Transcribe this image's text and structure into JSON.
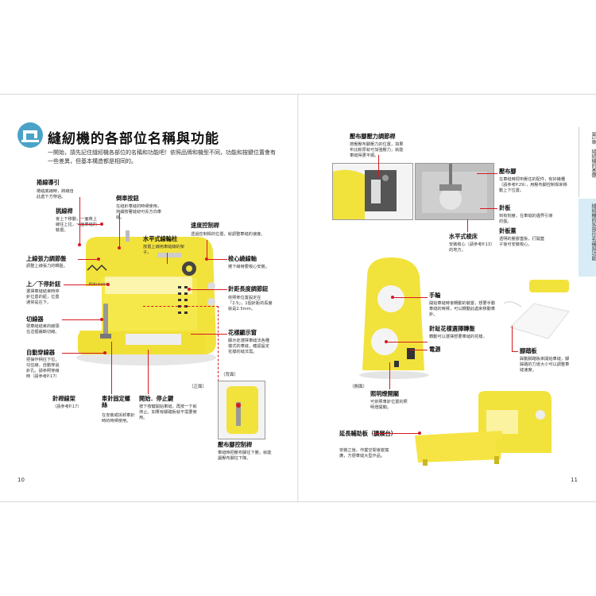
{
  "title": "縫紉機的各部位名稱與功能",
  "intro": "一開始，請先記住縫紉機各部位的名稱和功能吧！依照品牌和機型不同，功能和按鍵位置會有一些差異，但基本構造都是相同的。",
  "page_left": "10",
  "page_right": "11",
  "side_chapter": "第1章　縫紉機的基礎",
  "side_section": "縫紉機的各部位名稱與功能",
  "brand": "Kokusaini",
  "captions": {
    "front": "（正面）",
    "back": "（背面）",
    "side": "（側面）"
  },
  "parts": {
    "thread_guide": {
      "name": "捲線導引",
      "desc": "捲繞底線時，將線自此處下方穿過。"
    },
    "take_up": {
      "name": "挑線桿",
      "desc": "會上下移動，一面將上線往上拉，一面車縫的裝置。"
    },
    "tension": {
      "name": "上線張力調節盤",
      "desc": "調整上線張力的轉盤。"
    },
    "needle_pos": {
      "name": "上／下停針鈕",
      "desc": "選擇車縫結束時停針位置的鈕，位置通常是在下。"
    },
    "cutter": {
      "name": "切線器",
      "desc": "把車縫結束的線頭在這裡裁斷切線。"
    },
    "threader": {
      "name": "自動穿線器",
      "desc": "把操作柄往下拉，勾住線，自動穿過針孔。請參照穿線時（請參考P.17）"
    },
    "spool_pin": {
      "name": "針桿線架",
      "desc": "（請參考P.17）"
    },
    "needle_clamp": {
      "name": "車針固定螺絲",
      "desc": "在安裝或拆卸車針時的時候使用。"
    },
    "reverse": {
      "name": "倒車按鈕",
      "desc": "在縫針車縫的時候使用，持續按著縫紉可反方向車縫。"
    },
    "bobbin_winder": {
      "name": "水平式線輪柱",
      "desc": "放置上線用車縫線的架子。"
    },
    "speed": {
      "name": "速度控制桿",
      "desc": "透過控制桿的位置，就調整車縫的速度。"
    },
    "winder_shaft": {
      "name": "梭心繞線軸",
      "desc": "捲下線時要梭心安裝。"
    },
    "stitch_len": {
      "name": "針距長度調節鈕",
      "desc": "依照佈位置設定在「2.5」，1個針距的長度就是2.5mm。"
    },
    "pattern_disp": {
      "name": "花樣顯示窗",
      "desc": "顯示走選擇車縫法各種樣式的車縫，確認設定花樣的縫法需。"
    },
    "start_stop": {
      "name": "開始．停止鍵",
      "desc": "按下按鍵開始車縫，再按一下就停止。如果有腳踏板就不需要使用。"
    },
    "presser_lever": {
      "name": "壓布腳控制桿",
      "desc": "車縫時把壓布腳往下壓，就能讓壓布腳往下降。"
    },
    "presser_adj": {
      "name": "壓布腳壓力調節桿",
      "desc": "按壓壓布腳壓力的位置，如果布比較厚就可加強壓力，就能車縫得更平順。"
    },
    "presser_foot": {
      "name": "壓布腳",
      "desc": "在車縫時把布壓住的配件，有好幾種（請參考P.29），用壓布腳控制桿來移動上下位置。"
    },
    "needle_plate": {
      "name": "針板",
      "desc": "刻有刻度，在車縫的邊界引導的盤。"
    },
    "bobbin_cover": {
      "name": "針板蓋",
      "desc": "透明的壓膠蓋板，打開蓋子後可安裝梭心。"
    },
    "bobbin_case": {
      "name": "水平式梭床",
      "desc": "安裝梭心（請參考P.13）的地方。"
    },
    "handwheel": {
      "name": "手輪",
      "desc": "開始車縫時會轉動的裝置，想要手動車縫的時候，可以轉動此處來移動車針。"
    },
    "pattern_dial": {
      "name": "針趾花樣選擇轉盤",
      "desc": "轉動可以選擇想要車縫的花樣。"
    },
    "power": {
      "name": "電源"
    },
    "light": {
      "name": "照明燈開關",
      "desc": "可依照車針位置的照明燈開關。"
    },
    "foot_pedal": {
      "name": "腳踏板",
      "desc": "踩動腳踏板來開始車縫，腳踩踏的力道大小可以調整車縫速度。"
    },
    "extension": {
      "name": "延長輔助板（擴展台）",
      "desc": "安裝之後，作業空間會變寬廣，方便車縫大型作品。"
    }
  }
}
